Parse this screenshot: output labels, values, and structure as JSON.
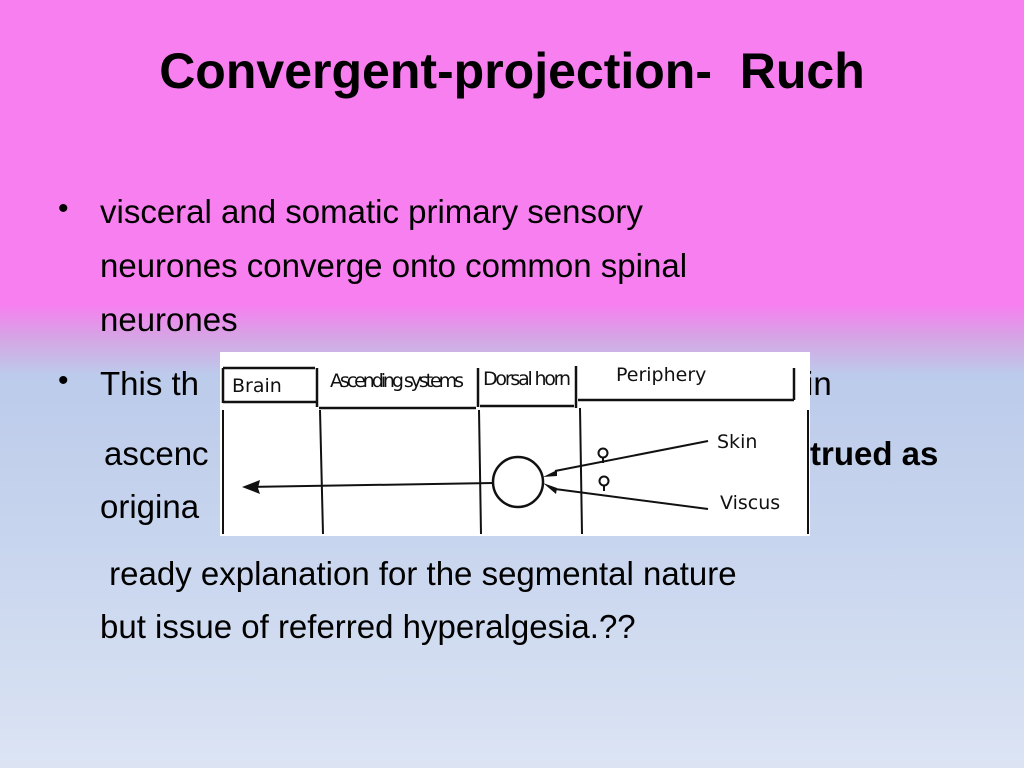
{
  "slide": {
    "title": "Convergent-projection-  Ruch",
    "bullets": [
      {
        "lines": [
          "visceral and somatic primary sensory",
          "neurones converge onto common spinal",
          "neurones"
        ]
      },
      {
        "lines_visible": [
          "This th",
          "in"
        ]
      }
    ],
    "continuation": {
      "ascend_fragment": "ascenc",
      "construed_fragment": "trued as",
      "origin_fragment": "origina",
      "line_ready": " ready explanation for the segmental nature",
      "line_issue": "but issue of referred hyperalgesia.??"
    }
  },
  "diagram": {
    "headers": [
      "Brain",
      "Ascending systems",
      "Dorsal horn",
      "Periphery"
    ],
    "labels": {
      "skin": "Skin",
      "viscus": "Viscus"
    }
  },
  "colors": {
    "top_background": "#f77ff0",
    "bottom_background": "#c9d6ee",
    "text": "#000000"
  }
}
